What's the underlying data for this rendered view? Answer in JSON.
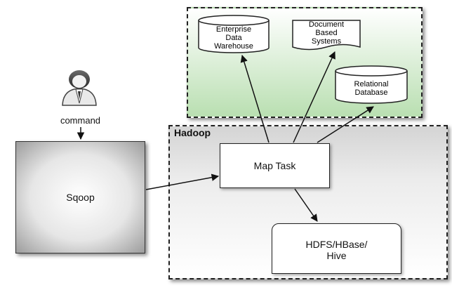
{
  "actor": {
    "label": "command"
  },
  "sqoop": {
    "label": "Sqoop"
  },
  "hadoop": {
    "title": "Hadoop"
  },
  "map_task": {
    "label": "Map Task"
  },
  "hdfs": {
    "line1": "HDFS/HBase/",
    "line2": "Hive"
  },
  "targets": {
    "warehouse": {
      "line1": "Enterprise",
      "line2": "Data",
      "line3": "Warehouse"
    },
    "document": {
      "line1": "Document",
      "line2": "Based",
      "line3": "Systems"
    },
    "relational": {
      "line1": "Relational",
      "line2": "Database"
    }
  },
  "colors": {
    "external_panel_bottom": "#b9dfb1",
    "hadoop_panel_top": "#d4d4d4",
    "actor_head": "#3a3a3a"
  },
  "icons": {
    "actor": "user-person-icon"
  }
}
